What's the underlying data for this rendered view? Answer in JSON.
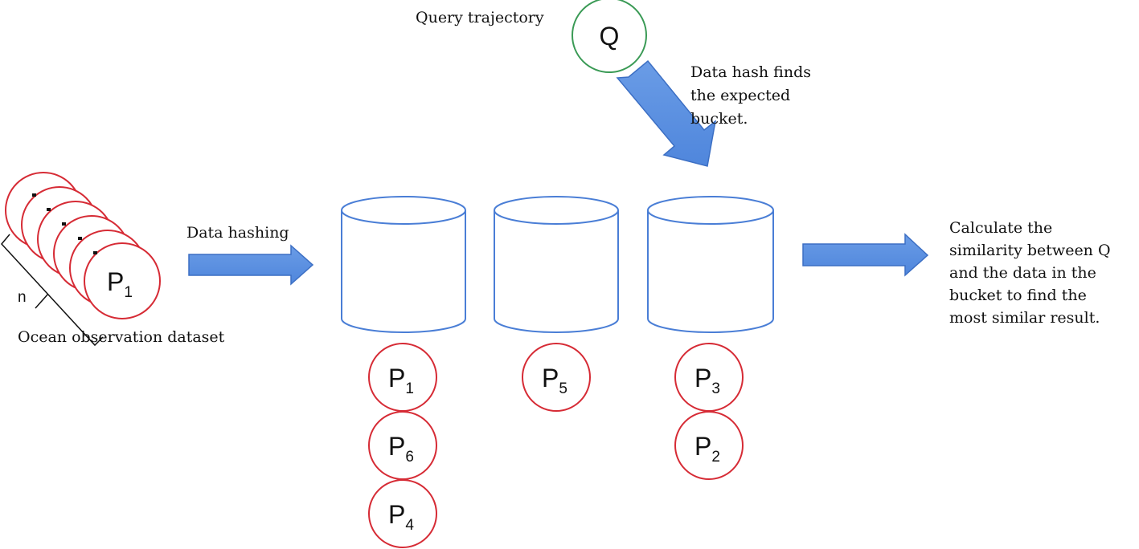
{
  "dataset": {
    "label": "Ocean observation dataset",
    "n_label": "n",
    "front_symbol": "P",
    "front_subscript": "1"
  },
  "hashing": {
    "label": "Data hashing"
  },
  "query": {
    "label": "Query trajectory",
    "symbol": "Q",
    "hash_note": [
      "Data hash finds",
      "the expected",
      "bucket."
    ]
  },
  "buckets": [
    {
      "items": [
        {
          "symbol": "P",
          "sub": "1"
        },
        {
          "symbol": "P",
          "sub": "6"
        },
        {
          "symbol": "P",
          "sub": "4"
        }
      ]
    },
    {
      "items": [
        {
          "symbol": "P",
          "sub": "5"
        }
      ]
    },
    {
      "items": [
        {
          "symbol": "P",
          "sub": "3"
        },
        {
          "symbol": "P",
          "sub": "2"
        }
      ]
    }
  ],
  "result": {
    "lines": [
      "Calculate the",
      "similarity between Q",
      "and the data in the",
      "bucket to find the",
      "most similar result."
    ]
  },
  "colors": {
    "circle_red": "#d62b35",
    "query_green": "#3a9a55",
    "bucket_blue": "#4a7ed6",
    "arrow_fill": "#5b8fe0",
    "arrow_stroke": "#3c6fc4"
  }
}
